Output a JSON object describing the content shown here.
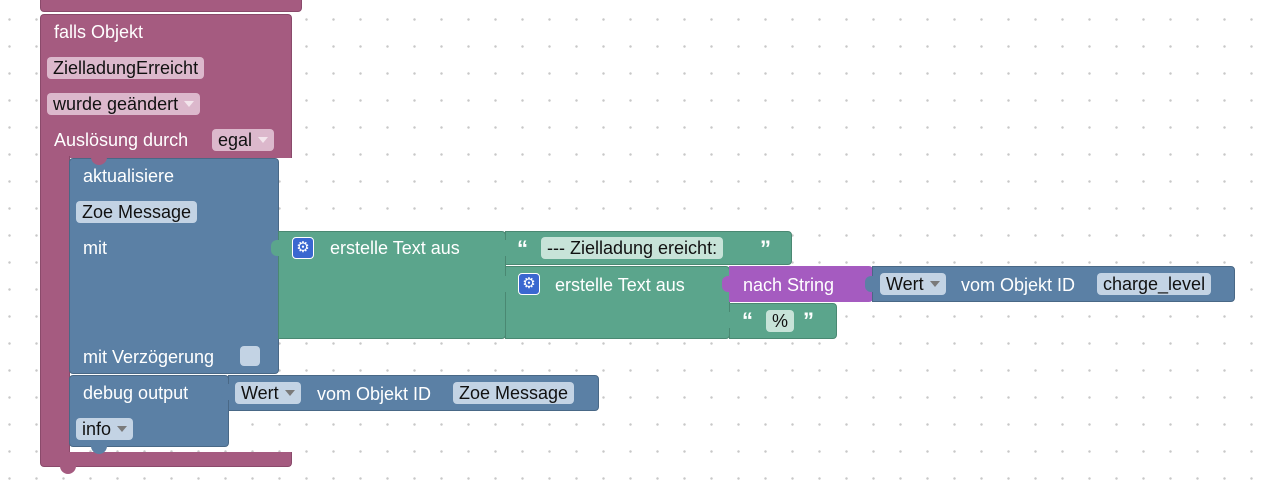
{
  "event_block": {
    "header": "falls Objekt",
    "object_field": "ZielladungErreicht",
    "condition_dropdown": "wurde geändert",
    "trigger_label": "Auslösung durch",
    "trigger_dropdown": "egal"
  },
  "update_block": {
    "header": "aktualisiere",
    "object_field": "Zoe Message",
    "with_label": "mit",
    "delay_label": "mit Verzögerung"
  },
  "text_join_outer": {
    "label": "erstelle Text aus",
    "first_text": "--- Zielladung ereicht:"
  },
  "text_join_inner": {
    "label": "erstelle Text aus",
    "to_string_label": "nach String",
    "percent_text": "%"
  },
  "get_value_charge": {
    "dropdown": "Wert",
    "label": "vom Objekt ID",
    "object_id": "charge_level"
  },
  "debug_block": {
    "label": "debug output",
    "level_dropdown": "info"
  },
  "get_value_message": {
    "dropdown": "Wert",
    "label": "vom Objekt ID",
    "object_id": "Zoe Message"
  },
  "glyphs": {
    "open_quote": "“",
    "close_quote": "”"
  },
  "colors": {
    "event": "#a55b80",
    "variable": "#5b80a5",
    "text": "#5ba58c",
    "string": "#a55bc0"
  }
}
